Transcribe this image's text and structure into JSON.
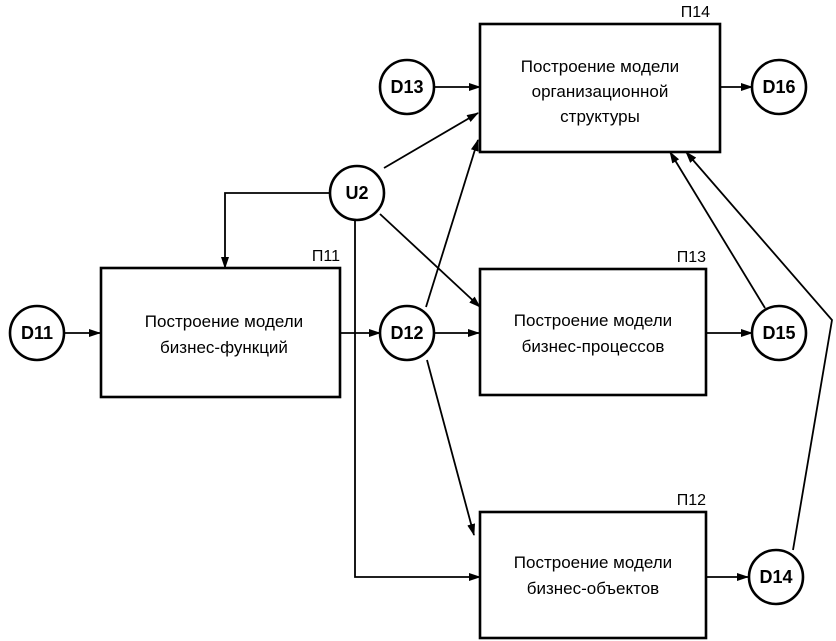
{
  "processes": [
    {
      "id": "p11",
      "code": "П11",
      "lines": [
        "Построение модели",
        "бизнес-функций"
      ]
    },
    {
      "id": "p12",
      "code": "П12",
      "lines": [
        "Построение модели",
        "бизнес-объектов"
      ]
    },
    {
      "id": "p13",
      "code": "П13",
      "lines": [
        "Построение модели",
        "бизнес-процессов"
      ]
    },
    {
      "id": "p14",
      "code": "П14",
      "lines": [
        "Построение модели",
        "организационной",
        "структуры"
      ]
    }
  ],
  "nodes": [
    {
      "id": "d11",
      "label": "D11"
    },
    {
      "id": "d12",
      "label": "D12"
    },
    {
      "id": "d13",
      "label": "D13"
    },
    {
      "id": "d14",
      "label": "D14"
    },
    {
      "id": "d15",
      "label": "D15"
    },
    {
      "id": "d16",
      "label": "D16"
    },
    {
      "id": "u2",
      "label": "U2"
    }
  ]
}
